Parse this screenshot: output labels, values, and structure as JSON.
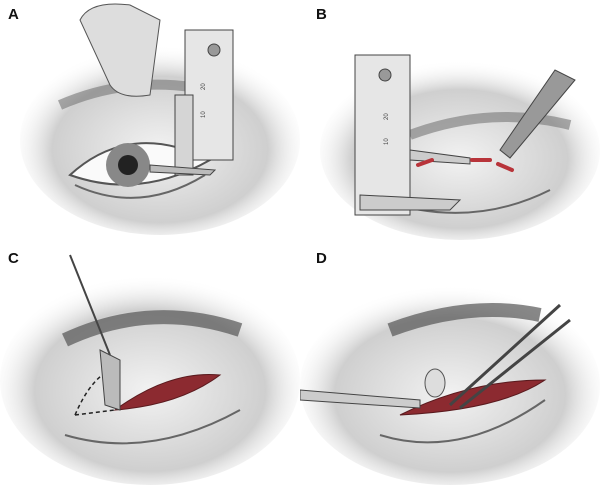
{
  "figure": {
    "panels": [
      {
        "label": "A",
        "scale_marks": [
          "10",
          "20"
        ]
      },
      {
        "label": "B",
        "scale_marks": [
          "10",
          "20"
        ]
      },
      {
        "label": "C"
      },
      {
        "label": "D"
      }
    ]
  },
  "colors": {
    "skin": "#d9d9d9",
    "incision": "#b8343a",
    "tissue": "#8c2a30",
    "outline": "#333333"
  }
}
